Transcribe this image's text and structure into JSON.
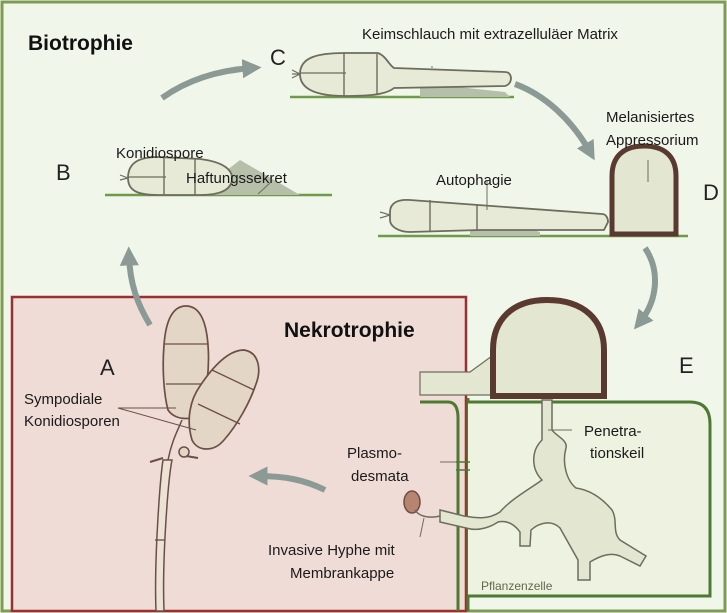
{
  "headings": {
    "biotrophy": "Biotrophie",
    "necrotrophy": "Nekrotrophie"
  },
  "stages": {
    "a": "A",
    "b": "B",
    "c": "C",
    "d": "D",
    "e": "E"
  },
  "labels": {
    "conidiospore": "Konidiospore",
    "adhesive_secretion": "Haftungssekret",
    "germ_tube": "Keimschlauch mit extrazelluläer Matrix",
    "melanized_1": "Melanisiertes",
    "melanized_2": "Appressorium",
    "autophagy": "Autophagie",
    "sympodial_1": "Sympodiale",
    "sympodial_2": "Konidiosporen",
    "plasmodesmata_1": "Plasmo-",
    "plasmodesmata_2": "desmata",
    "penetration_1": "Penetra-",
    "penetration_2": "tionskeil",
    "invasive_1": "Invasive Hyphe mit",
    "invasive_2": "Membrankappe",
    "plant_cell": "Pflanzenzelle"
  },
  "colors": {
    "background": "#f1f6ea",
    "frame_green": "#7e9a54",
    "necro_fill": "#f0dcd6",
    "necro_border": "#9a2f32",
    "cell_fill": "#dfe6c9",
    "cell_stroke": "#6d6d5d",
    "fungus_fill": "#e4d6c7",
    "fungus_stroke": "#6b4f44",
    "melanin": "#5a3a30",
    "arrow": "#8c9a96",
    "surface": "#6f9a4a"
  }
}
